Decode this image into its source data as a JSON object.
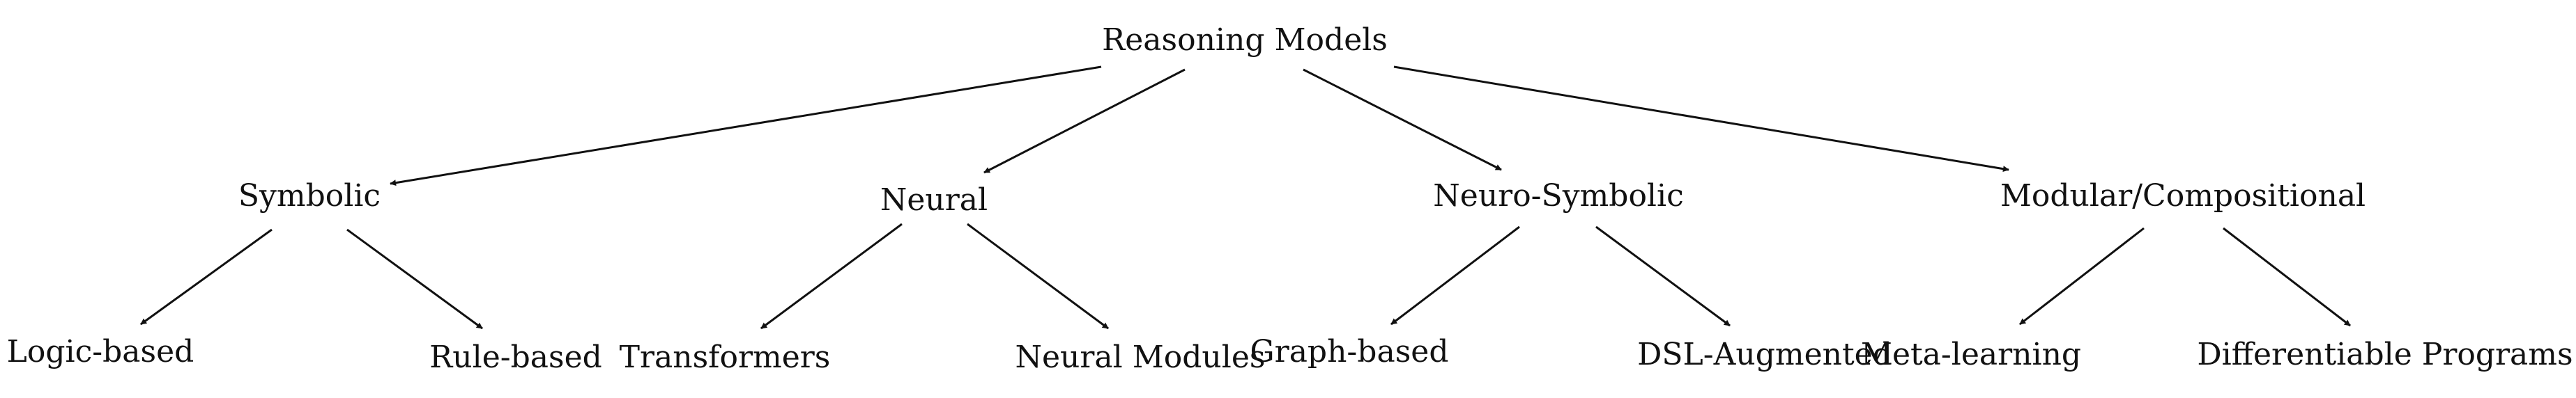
{
  "diagram": {
    "type": "tree",
    "root": {
      "label": "Reasoning Models",
      "children": [
        {
          "label": "Symbolic",
          "children": [
            {
              "label": "Logic-based"
            },
            {
              "label": "Rule-based"
            }
          ]
        },
        {
          "label": "Neural",
          "children": [
            {
              "label": "Transformers"
            },
            {
              "label": "Neural Modules"
            }
          ]
        },
        {
          "label": "Neuro-Symbolic",
          "children": [
            {
              "label": "Graph-based"
            },
            {
              "label": "DSL-Augmented"
            }
          ]
        },
        {
          "label": "Modular/Compositional",
          "children": [
            {
              "label": "Meta-learning"
            },
            {
              "label": "Differentiable Programs"
            }
          ]
        }
      ]
    },
    "colors": {
      "ink": "#111111",
      "background": "#ffffff"
    }
  }
}
